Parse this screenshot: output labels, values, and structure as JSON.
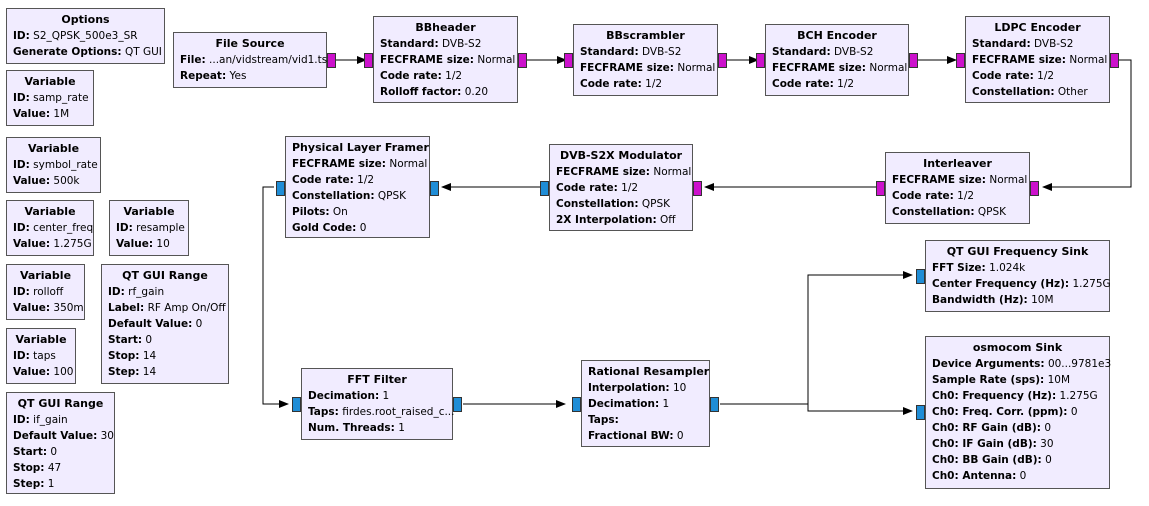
{
  "colors": {
    "block_fill": "#f1ecff",
    "byte_port": "#cc11cc",
    "complex_port": "#1f8dd6",
    "wire": "#000000"
  },
  "blocks": {
    "options": {
      "title": "Options",
      "params": [
        {
          "k": "ID:",
          "v": "S2_QPSK_500e3_SR"
        },
        {
          "k": "Generate Options:",
          "v": "QT GUI"
        }
      ]
    },
    "var_samp_rate": {
      "title": "Variable",
      "params": [
        {
          "k": "ID:",
          "v": "samp_rate"
        },
        {
          "k": "Value:",
          "v": "1M"
        }
      ]
    },
    "var_symbol_rate": {
      "title": "Variable",
      "params": [
        {
          "k": "ID:",
          "v": "symbol_rate"
        },
        {
          "k": "Value:",
          "v": "500k"
        }
      ]
    },
    "var_center_freq": {
      "title": "Variable",
      "params": [
        {
          "k": "ID:",
          "v": "center_freq"
        },
        {
          "k": "Value:",
          "v": "1.275G"
        }
      ]
    },
    "var_resample": {
      "title": "Variable",
      "params": [
        {
          "k": "ID:",
          "v": "resample"
        },
        {
          "k": "Value:",
          "v": "10"
        }
      ]
    },
    "var_rolloff": {
      "title": "Variable",
      "params": [
        {
          "k": "ID:",
          "v": "rolloff"
        },
        {
          "k": "Value:",
          "v": "350m"
        }
      ]
    },
    "var_taps": {
      "title": "Variable",
      "params": [
        {
          "k": "ID:",
          "v": "taps"
        },
        {
          "k": "Value:",
          "v": "100"
        }
      ]
    },
    "rf_gain_range": {
      "title": "QT GUI Range",
      "params": [
        {
          "k": "ID:",
          "v": "rf_gain"
        },
        {
          "k": "Label:",
          "v": "RF Amp On/Off"
        },
        {
          "k": "Default Value:",
          "v": "0"
        },
        {
          "k": "Start:",
          "v": "0"
        },
        {
          "k": "Stop:",
          "v": "14"
        },
        {
          "k": "Step:",
          "v": "14"
        }
      ]
    },
    "if_gain_range": {
      "title": "QT GUI Range",
      "params": [
        {
          "k": "ID:",
          "v": "if_gain"
        },
        {
          "k": "Default Value:",
          "v": "30"
        },
        {
          "k": "Start:",
          "v": "0"
        },
        {
          "k": "Stop:",
          "v": "47"
        },
        {
          "k": "Step:",
          "v": "1"
        }
      ]
    },
    "file_source": {
      "title": "File Source",
      "params": [
        {
          "k": "File:",
          "v": "...an/vidstream/vid1.ts"
        },
        {
          "k": "Repeat:",
          "v": "Yes"
        }
      ]
    },
    "bbheader": {
      "title": "BBheader",
      "params": [
        {
          "k": "Standard:",
          "v": "DVB-S2"
        },
        {
          "k": "FECFRAME size:",
          "v": "Normal"
        },
        {
          "k": "Code rate:",
          "v": "1/2"
        },
        {
          "k": "Rolloff factor:",
          "v": "0.20"
        }
      ]
    },
    "bbscrambler": {
      "title": "BBscrambler",
      "params": [
        {
          "k": "Standard:",
          "v": "DVB-S2"
        },
        {
          "k": "FECFRAME size:",
          "v": "Normal"
        },
        {
          "k": "Code rate:",
          "v": "1/2"
        }
      ]
    },
    "bch_encoder": {
      "title": "BCH Encoder",
      "params": [
        {
          "k": "Standard:",
          "v": "DVB-S2"
        },
        {
          "k": "FECFRAME size:",
          "v": "Normal"
        },
        {
          "k": "Code rate:",
          "v": "1/2"
        }
      ]
    },
    "ldpc_encoder": {
      "title": "LDPC Encoder",
      "params": [
        {
          "k": "Standard:",
          "v": "DVB-S2"
        },
        {
          "k": "FECFRAME size:",
          "v": "Normal"
        },
        {
          "k": "Code rate:",
          "v": "1/2"
        },
        {
          "k": "Constellation:",
          "v": "Other"
        }
      ]
    },
    "interleaver": {
      "title": "Interleaver",
      "params": [
        {
          "k": "FECFRAME size:",
          "v": "Normal"
        },
        {
          "k": "Code rate:",
          "v": "1/2"
        },
        {
          "k": "Constellation:",
          "v": "QPSK"
        }
      ]
    },
    "modulator": {
      "title": "DVB-S2X Modulator",
      "params": [
        {
          "k": "FECFRAME size:",
          "v": "Normal"
        },
        {
          "k": "Code rate:",
          "v": "1/2"
        },
        {
          "k": "Constellation:",
          "v": "QPSK"
        },
        {
          "k": "2X Interpolation:",
          "v": "Off"
        }
      ]
    },
    "framer": {
      "title": "Physical Layer Framer",
      "params": [
        {
          "k": "FECFRAME size:",
          "v": "Normal"
        },
        {
          "k": "Code rate:",
          "v": "1/2"
        },
        {
          "k": "Constellation:",
          "v": "QPSK"
        },
        {
          "k": "Pilots:",
          "v": "On"
        },
        {
          "k": "Gold Code:",
          "v": "0"
        }
      ]
    },
    "fft_filter": {
      "title": "FFT Filter",
      "params": [
        {
          "k": "Decimation:",
          "v": "1"
        },
        {
          "k": "Taps:",
          "v": "firdes.root_raised_c..."
        },
        {
          "k": "Num. Threads:",
          "v": "1"
        }
      ]
    },
    "resampler": {
      "title": "Rational Resampler",
      "params": [
        {
          "k": "Interpolation:",
          "v": "10"
        },
        {
          "k": "Decimation:",
          "v": "1"
        },
        {
          "k": "Taps:",
          "v": ""
        },
        {
          "k": "Fractional BW:",
          "v": "0"
        }
      ]
    },
    "freq_sink": {
      "title": "QT GUI Frequency Sink",
      "params": [
        {
          "k": "FFT Size:",
          "v": "1.024k"
        },
        {
          "k": "Center Frequency (Hz):",
          "v": "1.275G"
        },
        {
          "k": "Bandwidth (Hz):",
          "v": "10M"
        }
      ]
    },
    "osmocom_sink": {
      "title": "osmocom Sink",
      "params": [
        {
          "k": "Device Arguments:",
          "v": "00...9781e3"
        },
        {
          "k": "Sample Rate (sps):",
          "v": "10M"
        },
        {
          "k": "Ch0: Frequency (Hz):",
          "v": "1.275G"
        },
        {
          "k": "Ch0: Freq. Corr. (ppm):",
          "v": "0"
        },
        {
          "k": "Ch0: RF Gain (dB):",
          "v": "0"
        },
        {
          "k": "Ch0: IF Gain (dB):",
          "v": "30"
        },
        {
          "k": "Ch0: BB Gain (dB):",
          "v": "0"
        },
        {
          "k": "Ch0: Antenna:",
          "v": "0"
        }
      ]
    }
  }
}
